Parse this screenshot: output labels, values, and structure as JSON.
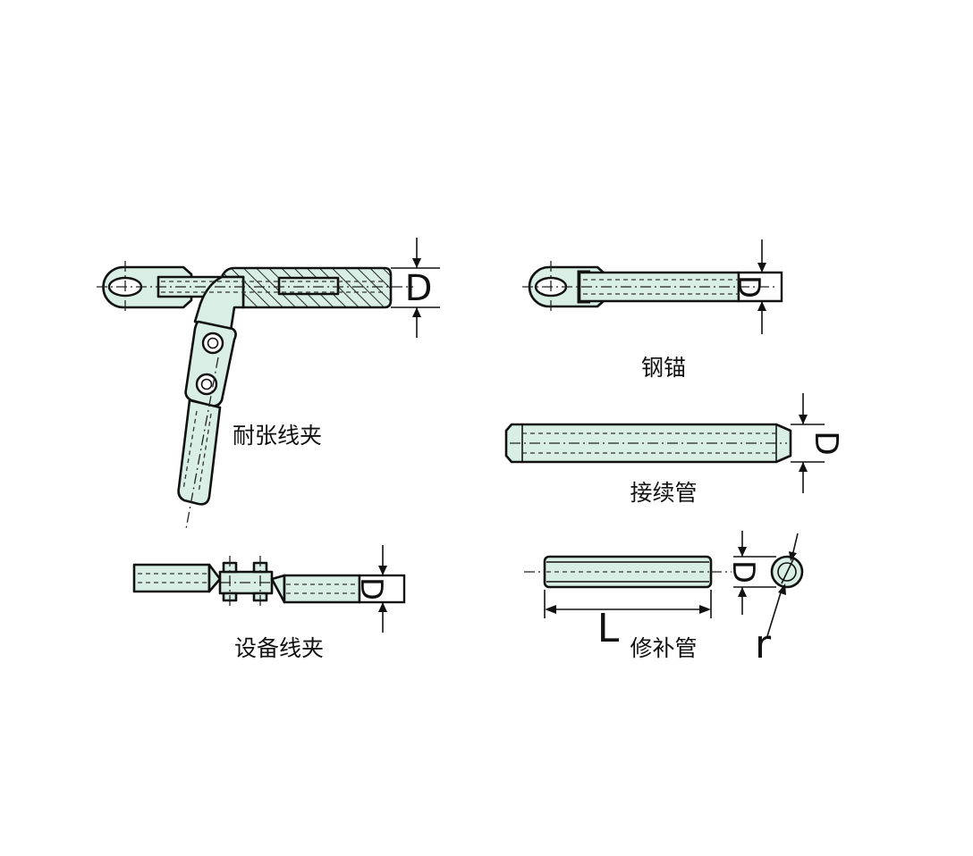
{
  "captions": {
    "tension_clamp": "耐张线夹",
    "steel_anchor": "钢锚",
    "splice_sleeve": "接续管",
    "terminal_clamp": "设备线夹",
    "repair_sleeve": "修补管"
  },
  "dimensions": {
    "diameter": "D",
    "length": "L",
    "radius": "r"
  },
  "colors": {
    "part_fill": "#d9efe6",
    "outline": "#111111"
  }
}
